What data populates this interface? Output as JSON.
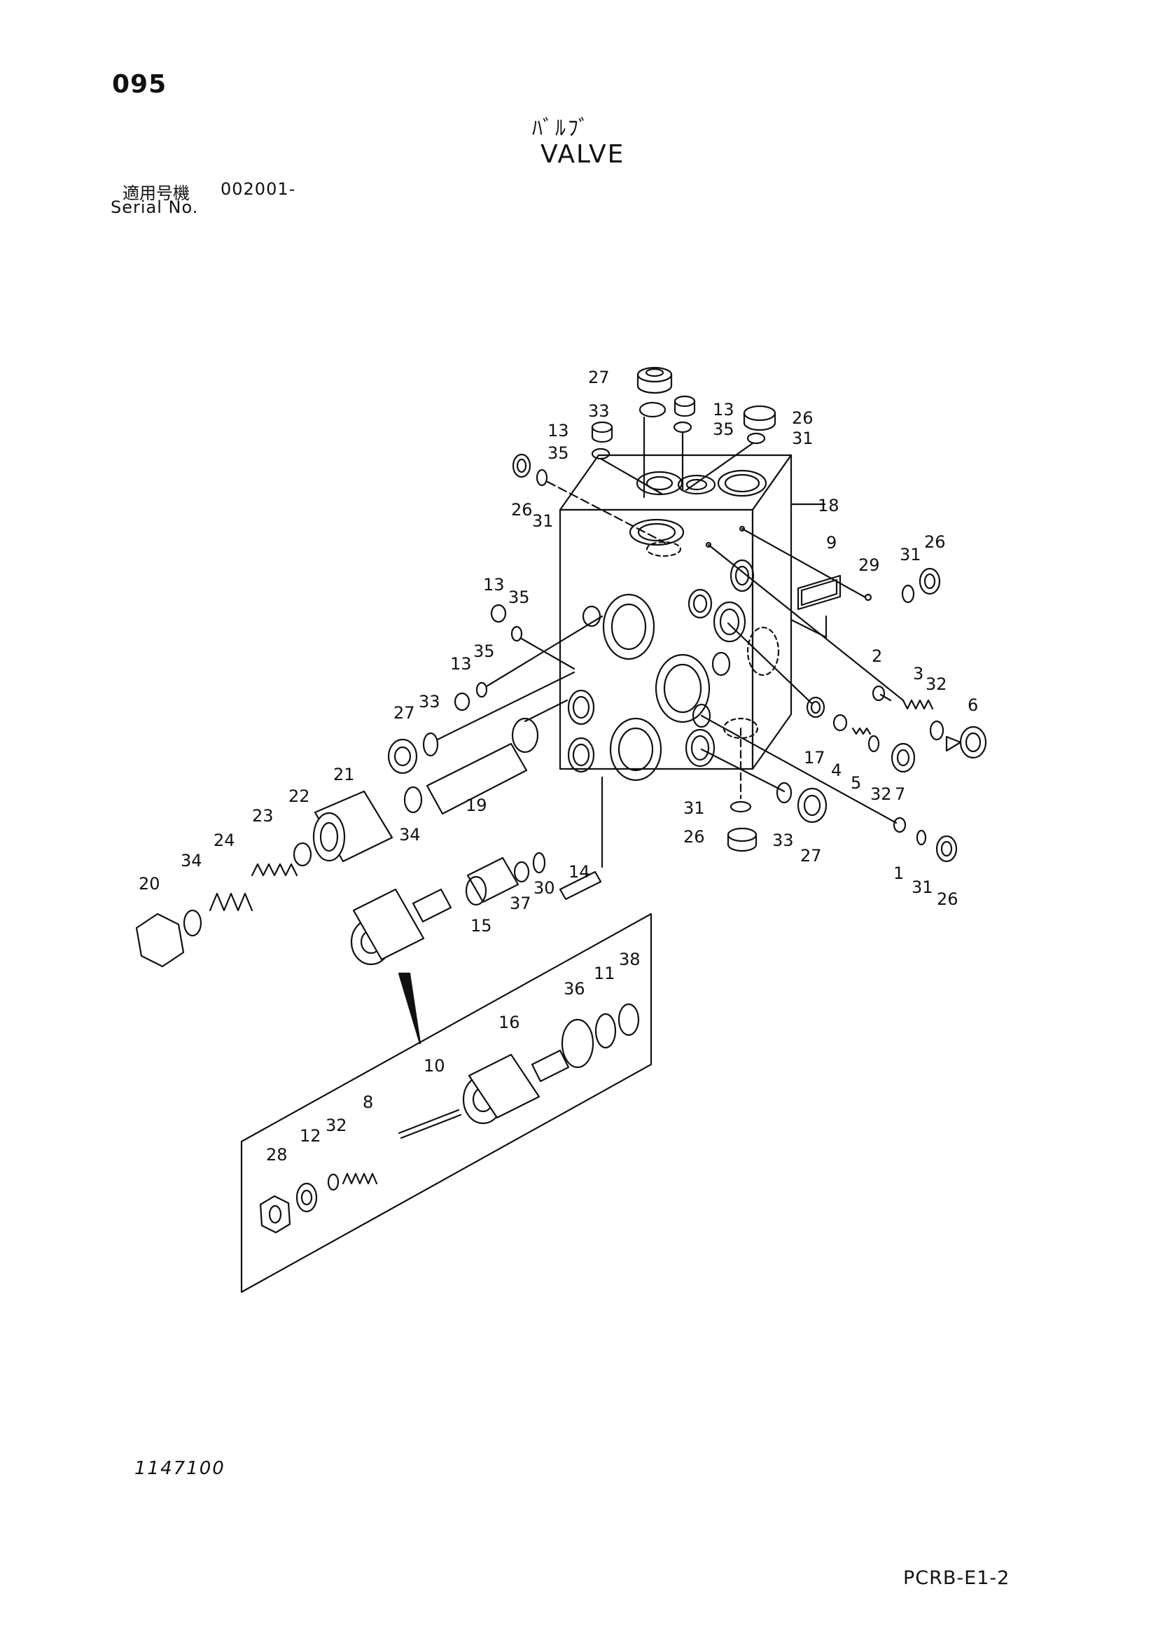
{
  "header": {
    "page_number": "095",
    "title_jp": "ﾊﾞﾙﾌﾞ",
    "title_en": "VALVE",
    "serial_label_jp": "適用号機",
    "serial_value": "002001-",
    "serial_label_en": "Serial No."
  },
  "footer": {
    "drawing_number": "1147100",
    "document_code": "PCRB-E1-2"
  },
  "part_callouts": [
    "27",
    "33",
    "13",
    "35",
    "26",
    "31",
    "13",
    "35",
    "26",
    "31",
    "18",
    "9",
    "29",
    "31",
    "26",
    "13",
    "35",
    "13",
    "35",
    "2",
    "3",
    "32",
    "6",
    "27",
    "33",
    "17",
    "4",
    "5",
    "32",
    "7",
    "21",
    "22",
    "19",
    "23",
    "24",
    "34",
    "20",
    "34",
    "31",
    "26",
    "33",
    "27",
    "14",
    "37",
    "30",
    "15",
    "1",
    "31",
    "26",
    "38",
    "11",
    "36",
    "16",
    "10",
    "8",
    "32",
    "12",
    "28"
  ]
}
